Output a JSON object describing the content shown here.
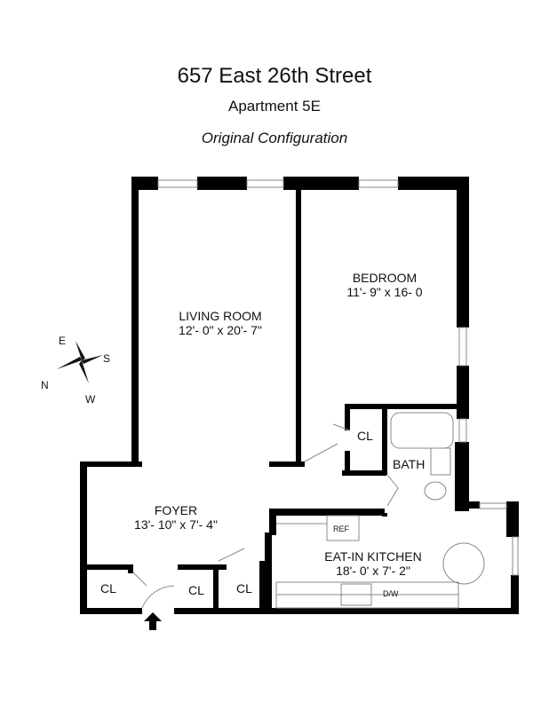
{
  "header": {
    "address": "657 East 26th Street",
    "unit": "Apartment 5E",
    "subtitle": "Original Configuration"
  },
  "compass": {
    "n": "N",
    "e": "E",
    "s": "S",
    "w": "W"
  },
  "rooms": {
    "living_room": {
      "name": "LIVING ROOM",
      "dims": "12'- 0\" x 20'- 7\""
    },
    "bedroom": {
      "name": "BEDROOM",
      "dims": "11'- 9\" x 16- 0"
    },
    "foyer": {
      "name": "FOYER",
      "dims": "13'- 10\" x 7'- 4\""
    },
    "kitchen": {
      "name": "EAT-IN  KITCHEN",
      "dims": "18'- 0' x 7'- 2\""
    },
    "bath": {
      "name": "BATH"
    },
    "closets": [
      "CL",
      "CL",
      "CL",
      "CL"
    ]
  },
  "appliances": {
    "ref": "REF",
    "dw": "D/W"
  },
  "colors": {
    "wall": "#000000",
    "fixture": "#888888",
    "background": "#ffffff"
  }
}
